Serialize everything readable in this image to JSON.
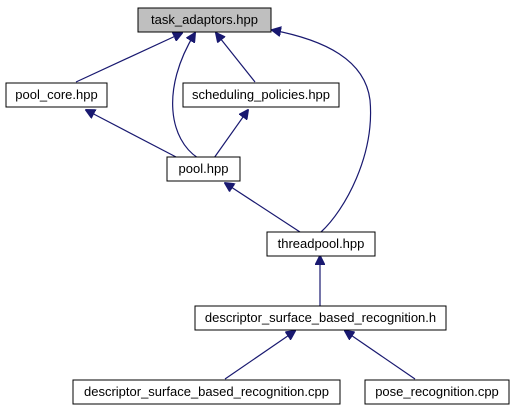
{
  "diagram": {
    "nodes": [
      {
        "id": "task_adaptors",
        "label": "task_adaptors.hpp",
        "highlighted": true
      },
      {
        "id": "pool_core",
        "label": "pool_core.hpp",
        "highlighted": false
      },
      {
        "id": "scheduling_policies",
        "label": "scheduling_policies.hpp",
        "highlighted": false
      },
      {
        "id": "pool",
        "label": "pool.hpp",
        "highlighted": false
      },
      {
        "id": "threadpool",
        "label": "threadpool.hpp",
        "highlighted": false
      },
      {
        "id": "descriptor_h",
        "label": "descriptor_surface_based_recognition.h",
        "highlighted": false
      },
      {
        "id": "descriptor_cpp",
        "label": "descriptor_surface_based_recognition.cpp",
        "highlighted": false
      },
      {
        "id": "pose_recognition",
        "label": "pose_recognition.cpp",
        "highlighted": false
      }
    ],
    "edges": [
      {
        "from": "pool_core",
        "to": "task_adaptors"
      },
      {
        "from": "pool",
        "to": "task_adaptors"
      },
      {
        "from": "scheduling_policies",
        "to": "task_adaptors"
      },
      {
        "from": "threadpool",
        "to": "task_adaptors"
      },
      {
        "from": "pool",
        "to": "pool_core"
      },
      {
        "from": "pool",
        "to": "scheduling_policies"
      },
      {
        "from": "threadpool",
        "to": "pool"
      },
      {
        "from": "descriptor_h",
        "to": "threadpool"
      },
      {
        "from": "descriptor_cpp",
        "to": "descriptor_h"
      },
      {
        "from": "pose_recognition",
        "to": "descriptor_h"
      }
    ],
    "colors": {
      "edge": "#191970",
      "highlight_fill": "#bfbfbf",
      "node_fill": "#ffffff",
      "node_border": "#000000"
    }
  }
}
